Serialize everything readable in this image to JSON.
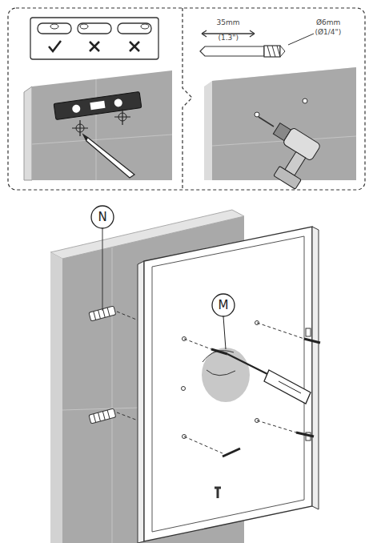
{
  "diagram": {
    "labels": [
      "35mm",
      "(1.3\")",
      "Ø6mm",
      "(Ø1/4\")",
      "N",
      "M"
    ]
  }
}
